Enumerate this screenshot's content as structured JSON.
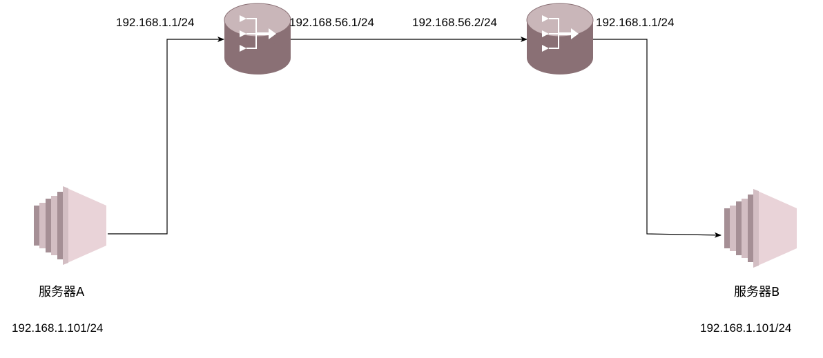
{
  "colors": {
    "router_body": "#8a7075",
    "router_top": "#c9b6b9",
    "router_arrow": "#ffffff",
    "server_light": "#e9d3d8",
    "server_mid": "#d3bec3",
    "server_dark": "#a58f95",
    "link": "#000000"
  },
  "nodes": {
    "server_a": {
      "name": "服务器A",
      "ip": "192.168.1.101/24",
      "icon": "server-icon"
    },
    "router_1": {
      "icon": "router-icon",
      "ip_left": "192.168.1.1/24",
      "ip_right": "192.168.56.1/24"
    },
    "router_2": {
      "icon": "router-icon",
      "ip_left": "192.168.56.2/24",
      "ip_right": "192.168.1.1/24"
    },
    "server_b": {
      "name": "服务器B",
      "ip": "192.168.1.101/24",
      "icon": "server-icon"
    }
  },
  "links": [
    {
      "from": "server_a",
      "to": "router_1",
      "arrow": "end"
    },
    {
      "from": "router_1",
      "to": "router_2",
      "arrow": "end"
    },
    {
      "from": "router_2",
      "to": "server_b",
      "arrow": "end"
    }
  ]
}
